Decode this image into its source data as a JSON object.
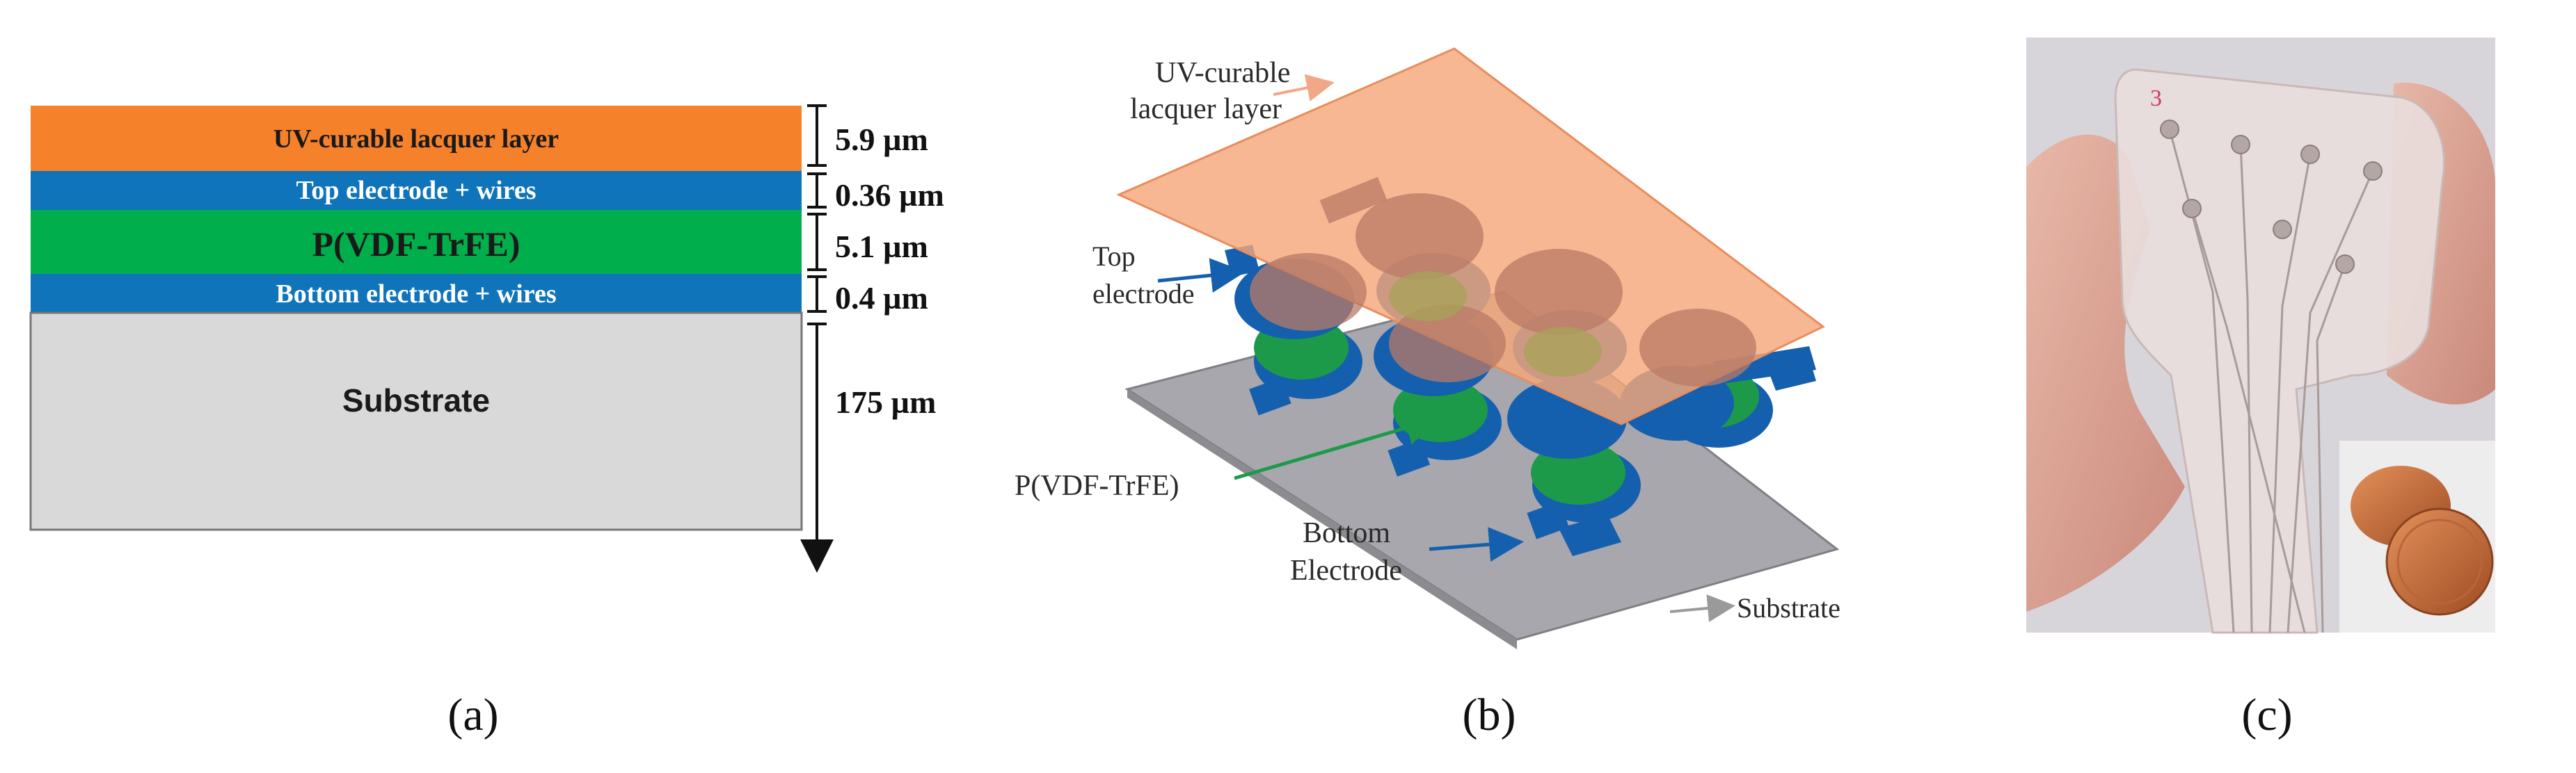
{
  "panel_a": {
    "layers": [
      {
        "label": "UV-curable lacquer layer",
        "thickness": "5.9 µm",
        "color": "#F5812B"
      },
      {
        "label": "Top electrode + wires",
        "thickness": "0.36 µm",
        "color": "#0F74B9"
      },
      {
        "label": "P(VDF-TrFE)",
        "thickness": "5.1 µm",
        "color": "#00AE4B"
      },
      {
        "label": "Bottom electrode + wires",
        "thickness": "0.4 µm",
        "color": "#0F74B9"
      },
      {
        "label": "Substrate",
        "thickness": "175 µm",
        "color": "#D9D9D9"
      }
    ],
    "caption": "(a)"
  },
  "panel_b": {
    "labels": {
      "lacquer_line1": "UV-curable",
      "lacquer_line2": "lacquer layer",
      "top_line1": "Top",
      "top_line2": "electrode",
      "pvdf": "P(VDF-TrFE)",
      "bottom_line1": "Bottom",
      "bottom_line2": "Electrode",
      "substrate": "Substrate"
    },
    "colors": {
      "lacquer": "#F5A77A",
      "electrode": "#1560AE",
      "pvdf": "#1C9A4A",
      "substrate": "#A7A7AD"
    },
    "caption": "(b)"
  },
  "panel_c": {
    "sensor_number": "3",
    "caption": "(c)"
  }
}
